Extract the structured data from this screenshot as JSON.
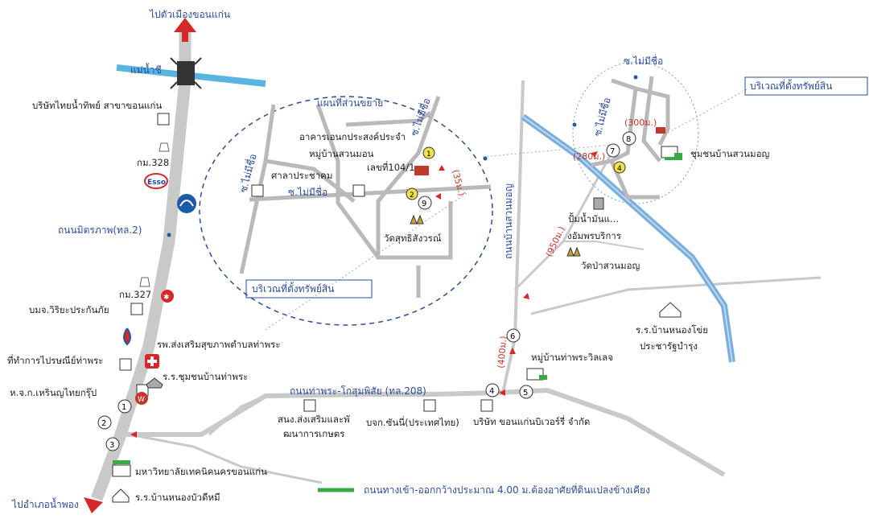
{
  "labels": {
    "to_khon_kaen": "ไปตัวเมืองขอนแก่น",
    "to_nam_phong": "ไปอำเภอน้ำพอง",
    "chi_river": "แม่น้ำชี",
    "friendship_road": "ถนนมิตรภาพ(ทล.2)",
    "tha_phra_road": "ถนนท่าพระ-โกสุมพิสัย (ทล.208)",
    "suan_mon_road": "ถนนบ้านสวนมอญ",
    "expansion_map": "แผนที่ส่วนขยาย",
    "property_area": "บริเวณที่ตั้งทรัพย์สิน",
    "property_area_2": "บริเวณที่ตั้งทรัพย์สิน",
    "soi_1": "ซ.ไม่มีชื่อ",
    "soi_2": "ซ.ไม่มีชื่อ",
    "soi_3": "ซ.ไม่มีชื่อ",
    "soi_4": "ซ.ไม่มีชื่อ",
    "soi_5": "ซ.ไม่มีชื่อ",
    "building_purpose": "อาคารเอนกประสงค์ประจำ",
    "village_suan_mon": "หมู่บ้านสวนมอน",
    "house_no": "เลขที่104/1",
    "sala": "ศาลาประชาคม",
    "wat_suthi": "วัดสุทธิสังวรณ์",
    "thai_drinks": "บริษัทไทยน้ำทิพย์ สาขาขอนแก่น",
    "km_328": "กม.328",
    "km_327": "กม.327",
    "insurance": "บมจ.วิริยะประกันภัย",
    "hospital": "รพ.ส่งเสริมสุขภาพตำบลท่าพระ",
    "post_office": "ที่ทำการไปรษณีย์ท่าพระ",
    "school_tha_phra": "ร.ร.ชุมชนบ้านท่าพระ",
    "hareen": "ห.จ.ก.เหรินญไทยกรุ๊ป",
    "agri_office_1": "สนง.ส่งเสริมและพั",
    "agri_office_2": "ฒนาการเกษตร",
    "sunny": "บจก.ซันนี่(ประเทศไทย)",
    "khonkaen_river": "บริษัท ขอนแก่นบิเวอร์รี่ จำกัด",
    "village_tha_phra": "หมู่บ้านท่าพระวิลเลจ",
    "gas_station_1": "ปั้มน้ำมันแ...",
    "gas_station_2": "งอัมพรบริการ",
    "wat_pa": "วัดป่าสวนมอญ",
    "community": "ชุมชนบ้านสวนมอญ",
    "school_nong_chai_1": "ร.ร.บ้านหนองโข่ย",
    "school_nong_chai_2": "ประชารัฐบำรุง",
    "university": "มหาวิทยาลัยเทคนิคนครขอนแก่น",
    "school_nong_bua": "ร.ร.บ้านหนองบัวดีหมี",
    "legend": "ถนนทางเข้า-ออกกว้างประมาณ 4.00 ม.ต้องอาศัยที่ดินแปลงข้างเคียง",
    "esso": "Esso",
    "dist_35": "(35ม.)",
    "dist_400": "(400ม.)",
    "dist_950": "(950ม.)",
    "dist_280": "(280ม.)",
    "dist_300": "(300ม.)"
  },
  "markers": [
    "1",
    "2",
    "3",
    "4",
    "5",
    "6",
    "7",
    "8",
    "9"
  ],
  "yellow_markers": [
    "1",
    "2",
    "4"
  ],
  "colors": {
    "highway": "#c9c9c9",
    "road": "#b9b9b9",
    "river": "#5aa0d8",
    "chi_river": "#5ab4e0",
    "text_blue": "#2b4c9b",
    "arrow_red": "#d62828",
    "marker_yellow": "#f2e14a",
    "legend_green": "#3aa845",
    "property_red": "#c0392b"
  },
  "icons": [
    "esso-logo-icon",
    "ptt-logo-icon",
    "shell-logo-icon",
    "hospital-cross-icon",
    "temple-icon",
    "building-icon",
    "house-icon",
    "landmark-icon"
  ]
}
